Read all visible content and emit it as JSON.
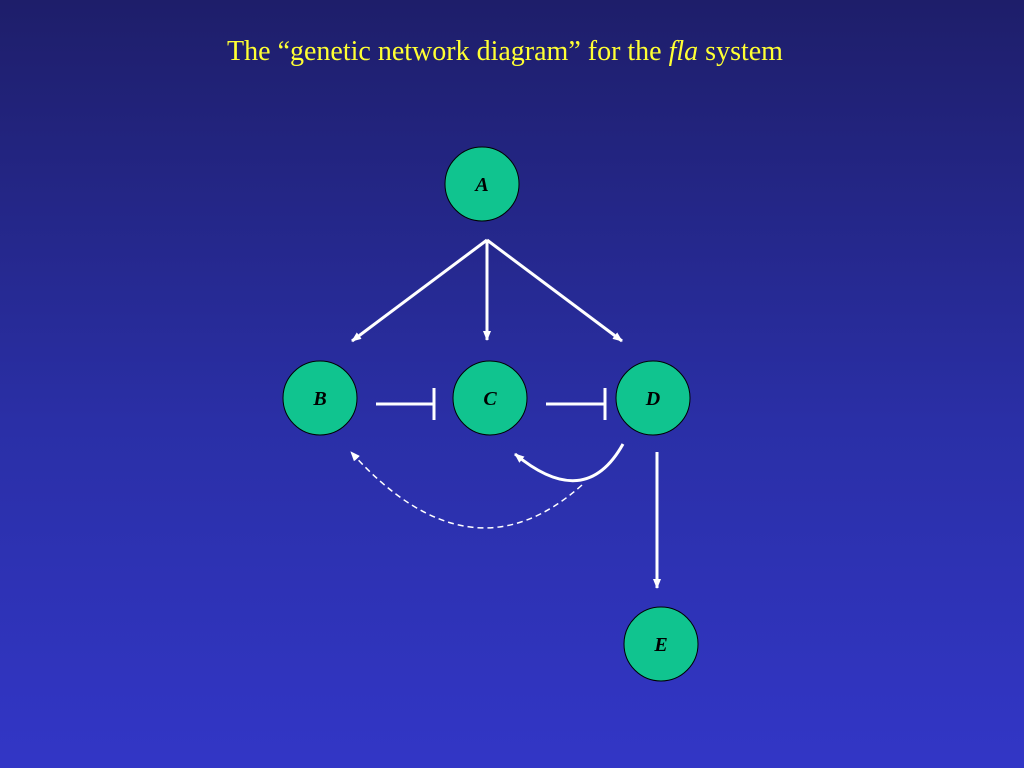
{
  "title": {
    "before": "The “genetic network diagram” for the",
    "italic": "fla",
    "after": "system"
  },
  "nodes": {
    "a": "A",
    "b": "B",
    "c": "C",
    "d": "D",
    "e": "E"
  },
  "colors": {
    "node_fill": "#10c48f",
    "title_text": "#ffff33",
    "edge": "#ffffff"
  }
}
